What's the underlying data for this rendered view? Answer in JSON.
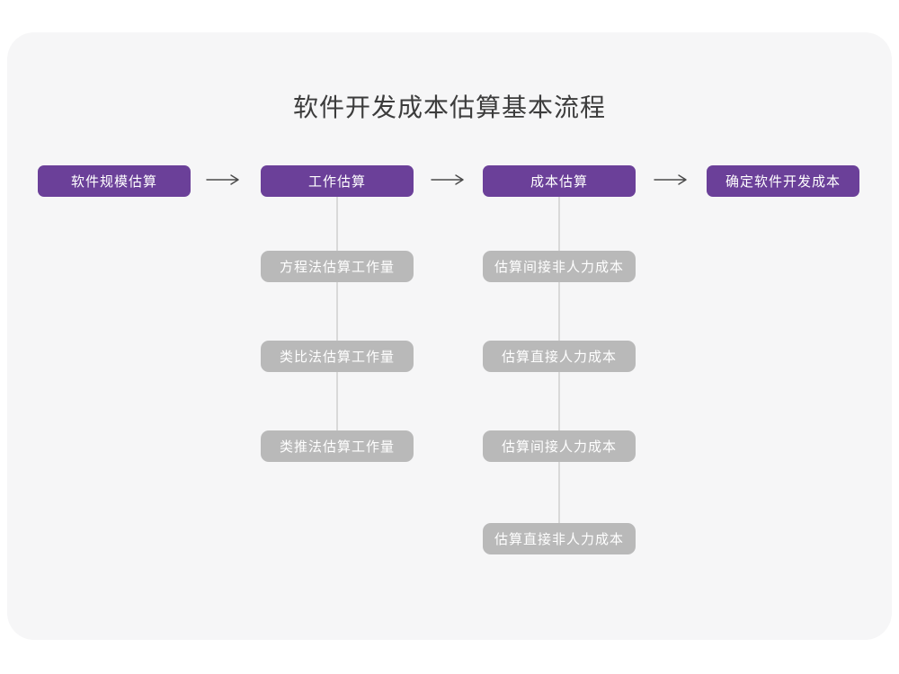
{
  "page": {
    "title": "软件开发成本估算基本流程"
  },
  "colors": {
    "canvas_bg": "#ffffff",
    "card_bg": "#f6f6f7",
    "primary_node": "#6b4099",
    "secondary_node": "#b9b9b9",
    "connector_line": "#d9d9d9",
    "arrow": "#4a4a4a",
    "title_text": "#3c3c3c",
    "node_text": "#ffffff"
  },
  "flow": {
    "main_steps": [
      {
        "label": "软件规模估算"
      },
      {
        "label": "工作估算"
      },
      {
        "label": "成本估算"
      },
      {
        "label": "确定软件开发成本"
      }
    ],
    "work_estimation_methods": [
      {
        "label": "方程法估算工作量"
      },
      {
        "label": "类比法估算工作量"
      },
      {
        "label": "类推法估算工作量"
      }
    ],
    "cost_estimation_items": [
      {
        "label": "估算间接非人力成本"
      },
      {
        "label": "估算直接人力成本"
      },
      {
        "label": "估算间接人力成本"
      },
      {
        "label": "估算直接非人力成本"
      }
    ]
  }
}
